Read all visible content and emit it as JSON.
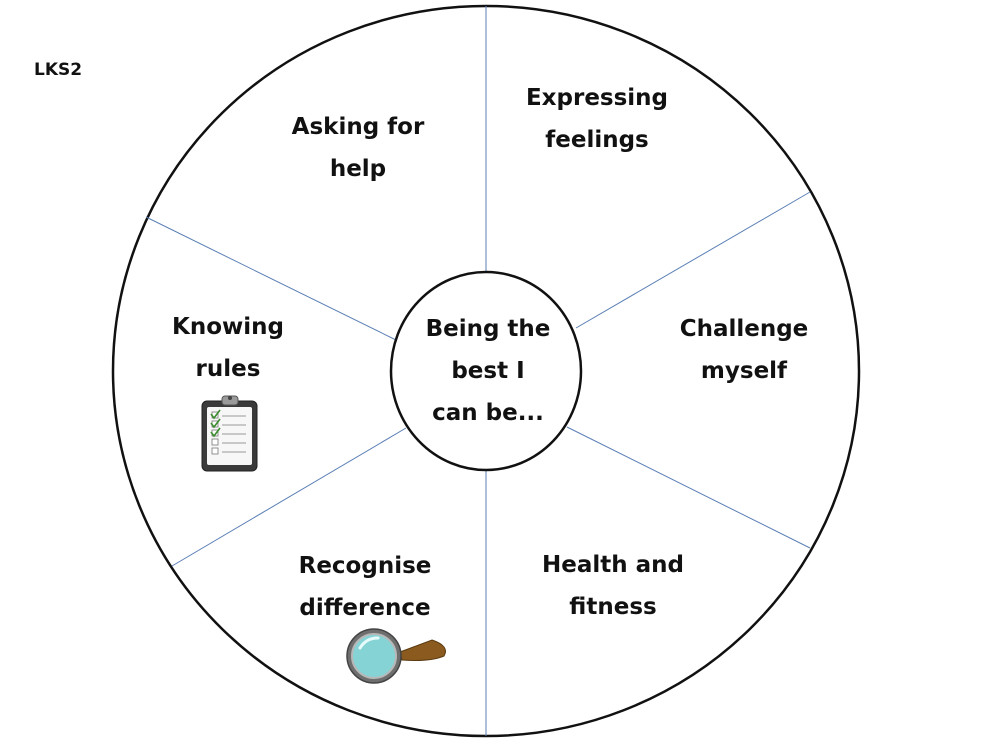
{
  "corner_label": "LKS2",
  "center": {
    "lines": [
      "Being the",
      "best I",
      "can be..."
    ]
  },
  "segments": [
    {
      "name": "asking-for-help",
      "lines": [
        "Asking for",
        "help"
      ]
    },
    {
      "name": "expressing-feelings",
      "lines": [
        "Expressing",
        "feelings"
      ]
    },
    {
      "name": "challenge-myself",
      "lines": [
        "Challenge",
        "myself"
      ]
    },
    {
      "name": "health-and-fitness",
      "lines": [
        "Health and",
        "fitness"
      ]
    },
    {
      "name": "recognise-difference",
      "lines": [
        "Recognise",
        "difference"
      ]
    },
    {
      "name": "knowing-rules",
      "lines": [
        "Knowing",
        "rules"
      ]
    }
  ],
  "icons": {
    "rules": "clipboard-checklist-icon",
    "difference": "magnifying-glass-icon"
  },
  "colors": {
    "divider": "#5b7fb5",
    "outline": "#111111",
    "text": "#111111"
  }
}
